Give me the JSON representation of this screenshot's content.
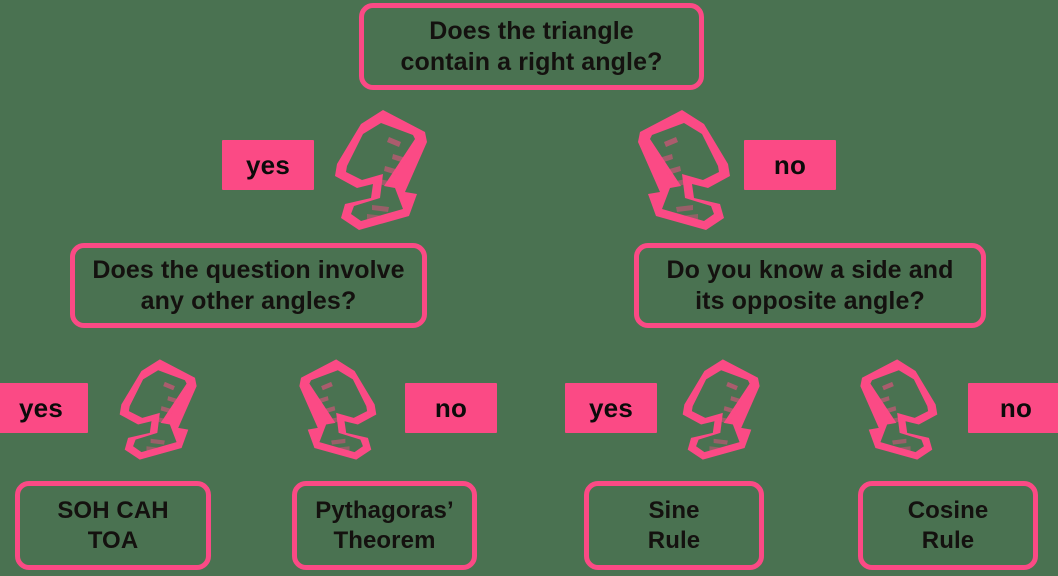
{
  "diagram": {
    "title": "Trigonometry decision tree",
    "background_color": "#4a7251",
    "accent_color": "#fb4a85",
    "text_color": "#14110f"
  },
  "nodes": {
    "root": "Does the triangle\ncontain a right angle?",
    "left_question": "Does the question involve\nany other angles?",
    "right_question": "Do you know a side and\nits opposite angle?",
    "leaf_soh_cah_toa": "SOH CAH\nTOA",
    "leaf_pythagoras": "Pythagoras’\nTheorem",
    "leaf_sine_rule": "Sine\nRule",
    "leaf_cosine_rule": "Cosine\nRule"
  },
  "labels": {
    "root_yes": "yes",
    "root_no": "no",
    "left_yes": "yes",
    "left_no": "no",
    "right_yes": "yes",
    "right_no": "no"
  },
  "arrows": [
    {
      "name": "arrow-root-to-left",
      "direction": "down-left"
    },
    {
      "name": "arrow-root-to-right",
      "direction": "down-right"
    },
    {
      "name": "arrow-left-to-sohcahtoa",
      "direction": "down-left"
    },
    {
      "name": "arrow-left-to-pythagoras",
      "direction": "down-right"
    },
    {
      "name": "arrow-right-to-sine",
      "direction": "down-left"
    },
    {
      "name": "arrow-right-to-cosine",
      "direction": "down-right"
    }
  ]
}
